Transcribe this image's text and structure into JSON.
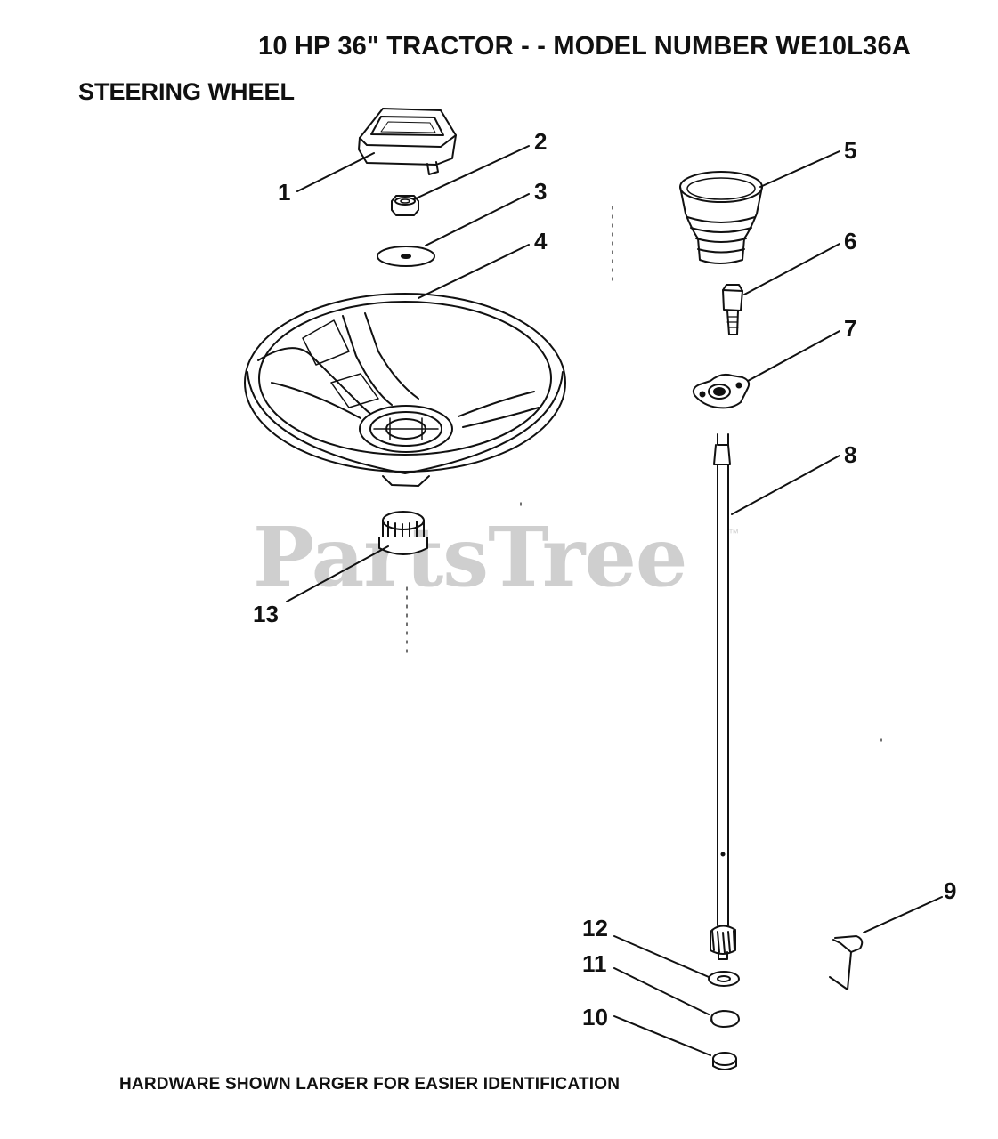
{
  "header": {
    "title": "10 HP 36\" TRACTOR - - MODEL NUMBER WE10L36A",
    "subtitle": "STEERING WHEEL"
  },
  "footer": {
    "note": "HARDWARE SHOWN LARGER FOR EASIER IDENTIFICATION"
  },
  "watermark": {
    "text": "PartsTree",
    "mark": "™"
  },
  "callouts": [
    "1",
    "2",
    "3",
    "4",
    "5",
    "6",
    "7",
    "8",
    "9",
    "10",
    "11",
    "12",
    "13"
  ]
}
